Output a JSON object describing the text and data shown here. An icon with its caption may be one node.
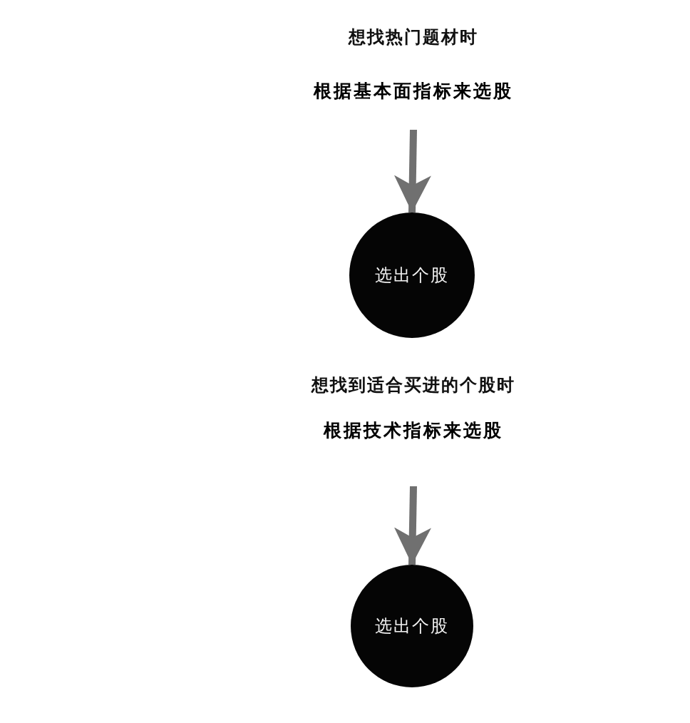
{
  "diagram": {
    "nodes": [
      {
        "text": [
          "想找热门题材时",
          "根据基本面指标来选股"
        ]
      },
      {
        "text": [
          "选出个股"
        ]
      },
      {
        "text": [
          "想找到适合买进的个股时",
          "根据技术指标来选股"
        ]
      },
      {
        "text": [
          "选出个股"
        ]
      }
    ],
    "edges": [
      {
        "from": 0,
        "to": 1,
        "arrow": "to"
      },
      {
        "from": 2,
        "to": 3,
        "arrow": "to"
      }
    ]
  }
}
